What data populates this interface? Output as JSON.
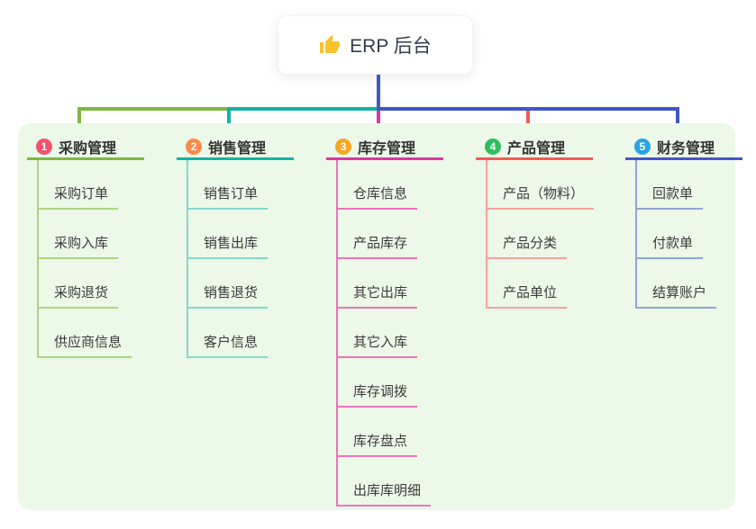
{
  "root": {
    "title": "ERP 后台",
    "icon": "thumbs-up-icon"
  },
  "branches": [
    {
      "index": "1",
      "title": "采购管理",
      "badge_color": "#f4516c",
      "line_color": "#7cb93f",
      "child_line_color": "#abd57d",
      "children": [
        "采购订单",
        "采购入库",
        "采购退货",
        "供应商信息"
      ]
    },
    {
      "index": "2",
      "title": "销售管理",
      "badge_color": "#fb8b4c",
      "line_color": "#13b3a5",
      "child_line_color": "#82d9cd",
      "children": [
        "销售订单",
        "销售出库",
        "销售退货",
        "客户信息"
      ]
    },
    {
      "index": "3",
      "title": "库存管理",
      "badge_color": "#f5a826",
      "line_color": "#d8399f",
      "child_line_color": "#ef72ba",
      "children": [
        "仓库信息",
        "产品库存",
        "其它出库",
        "其它入库",
        "库存调拨",
        "库存盘点",
        "出库库明细"
      ]
    },
    {
      "index": "4",
      "title": "产品管理",
      "badge_color": "#2dbe60",
      "line_color": "#f15b55",
      "child_line_color": "#f9a09a",
      "children": [
        "产品（物料）",
        "产品分类",
        "产品单位"
      ]
    },
    {
      "index": "5",
      "title": "财务管理",
      "badge_color": "#29a3e3",
      "line_color": "#4057c8",
      "child_line_color": "#90a4dc",
      "children": [
        "回款单",
        "付款单",
        "结算账户"
      ]
    }
  ],
  "colors": {
    "panel_bg": "#ecf8e8",
    "root_stem": "#4057c8",
    "thumb_icon": "#f9c32d"
  }
}
